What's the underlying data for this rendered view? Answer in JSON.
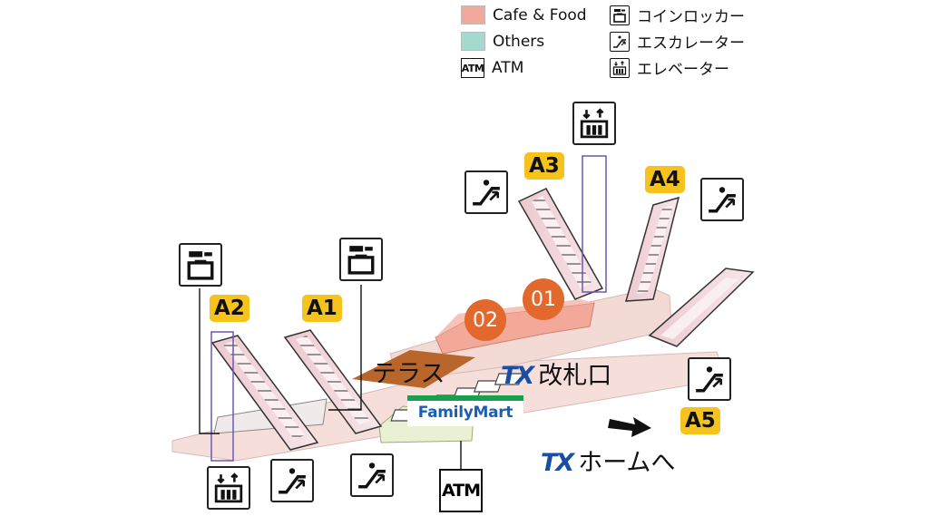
{
  "legend": {
    "cafe_food": {
      "label": "Cafe & Food",
      "color": "#f3a99a"
    },
    "others": {
      "label": "Others",
      "color": "#a4d9cf"
    },
    "atm": {
      "label": "ATM",
      "icon_text": "ATM"
    },
    "coin_locker": {
      "label": "コインロッカー",
      "icon": "locker-icon"
    },
    "escalator": {
      "label": "エスカレーター",
      "icon": "escalator-icon"
    },
    "elevator": {
      "label": "エレベーター",
      "icon": "elevator-icon"
    }
  },
  "exits": {
    "a1": "A1",
    "a2": "A2",
    "a3": "A3",
    "a4": "A4",
    "a5": "A5"
  },
  "shops": {
    "s01": "01",
    "s02": "02"
  },
  "areas": {
    "terrace": "テラス",
    "ticket_gate": "改札口",
    "to_platform": "ホームへ",
    "tx_logo": "TX",
    "family_mart": "FamilyMart",
    "atm": "ATM"
  },
  "colors": {
    "exit_badge": "#f6c21c",
    "shop_marker": "#e2682e",
    "floor": "#f6dfda",
    "tx_blue": "#1a4ea5"
  }
}
